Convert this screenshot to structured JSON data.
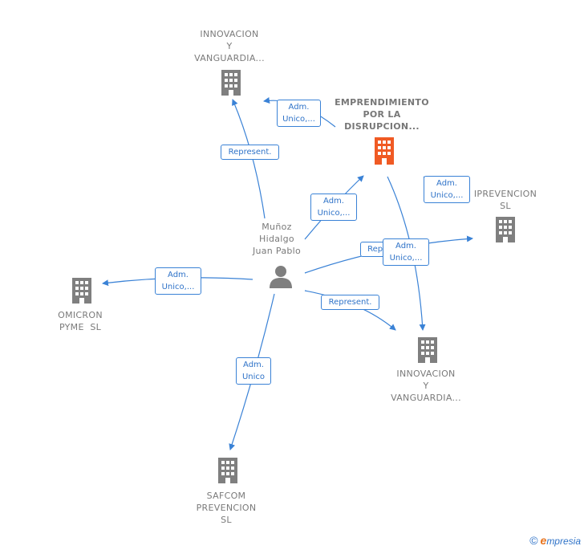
{
  "nodes": {
    "center": {
      "lines": [
        "EMPRENDIMIENTO",
        "POR LA",
        "DISRUPCION..."
      ],
      "color": "#f05a24"
    },
    "person": {
      "lines": [
        "Muñoz",
        "Hidalgo",
        "Juan Pablo"
      ]
    },
    "innovacion_top": {
      "lines": [
        "INNOVACION",
        "Y",
        "VANGUARDIA..."
      ]
    },
    "iprevencion": {
      "lines": [
        "IPREVENCION",
        "SL"
      ]
    },
    "omicron": {
      "lines": [
        "OMICRON",
        "PYME  SL"
      ]
    },
    "innovacion_bottom": {
      "lines": [
        "INNOVACION",
        "Y",
        "VANGUARDIA..."
      ]
    },
    "safcom": {
      "lines": [
        "SAFCOM",
        "PREVENCION",
        "SL"
      ]
    }
  },
  "edge_labels": {
    "adm_innov_top": [
      "Adm.",
      "Unico,..."
    ],
    "represent_top": [
      "Represent."
    ],
    "adm_center": [
      "Adm.",
      "Unico,..."
    ],
    "adm_iprev_top": [
      "Adm.",
      "Unico,..."
    ],
    "represent_iprev": [
      "Represent."
    ],
    "adm_iprev_mid": [
      "Adm.",
      "Unico,..."
    ],
    "adm_omicron": [
      "Adm.",
      "Unico,..."
    ],
    "represent_bottom": [
      "Represent."
    ],
    "adm_safcom": [
      "Adm.",
      "Unico"
    ]
  },
  "colors": {
    "edge": "#3a82d6",
    "building": "#7f7f7f",
    "building_main": "#f05a24",
    "person": "#7f7f7f"
  },
  "footer": {
    "symbol": "©",
    "brand_first": "e",
    "brand_rest": "mpresia"
  }
}
